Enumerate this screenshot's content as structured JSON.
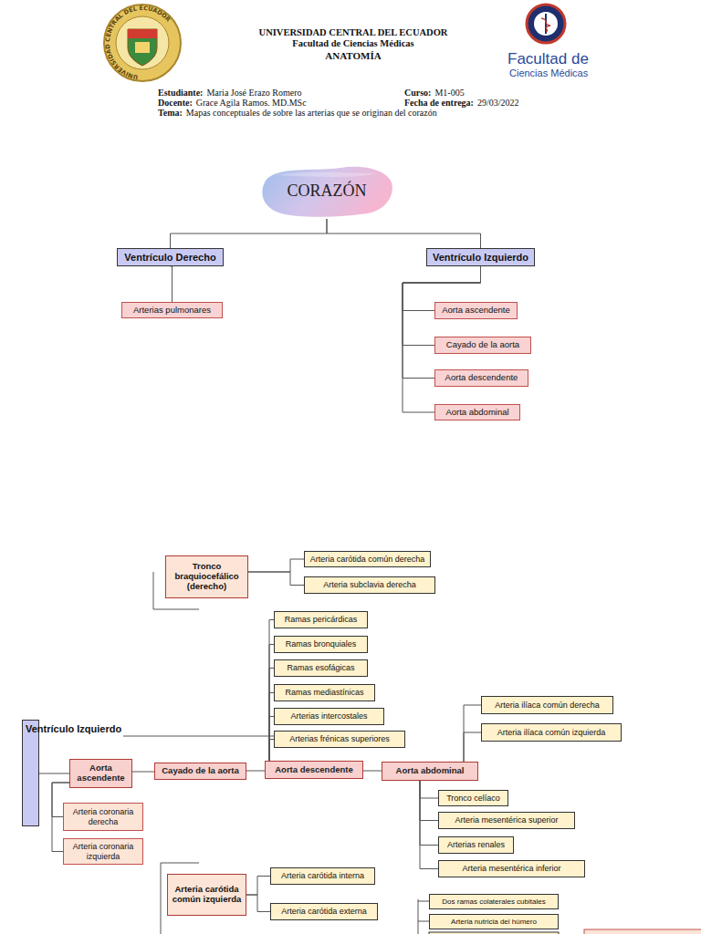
{
  "diagram": {
    "nodes": [
      {
        "text": [
          "CORAZÓN"
        ]
      },
      {
        "text": [
          "Ventrículo Derecho"
        ]
      },
      {
        "text": [
          "Ventrículo Izquierdo"
        ]
      },
      {
        "text": [
          "Arterias pulmonares"
        ]
      },
      {
        "text": [
          "Aorta ascendente"
        ]
      },
      {
        "text": [
          "Cayado de la aorta"
        ]
      },
      {
        "text": [
          "Aorta descendente"
        ]
      },
      {
        "text": [
          "Aorta abdominal"
        ]
      },
      {
        "text": [
          "Tronco braquiocefálico (derecho)"
        ]
      },
      {
        "text": [
          "Arteria carótida común derecha"
        ]
      },
      {
        "text": [
          "Arteria subclavia derecha"
        ]
      },
      {
        "text": [
          "Ramas pericárdicas"
        ]
      },
      {
        "text": [
          "Ramas bronquiales"
        ]
      },
      {
        "text": [
          "Ramas esofágicas"
        ]
      },
      {
        "text": [
          "Ramas mediastínicas"
        ]
      },
      {
        "text": [
          "Arterias intercostales"
        ]
      },
      {
        "text": [
          "Arterias frénicas superiores"
        ]
      },
      {
        "text": [
          "Arteria ilíaca común derecha"
        ]
      },
      {
        "text": [
          "Arteria ilíaca común izquierda"
        ]
      },
      {
        "text": [
          "Ventrículo Izquierdo"
        ]
      },
      {
        "text": [
          "Aorta ascendente"
        ]
      },
      {
        "text": [
          "Cayado de la aorta"
        ]
      },
      {
        "text": [
          "Aorta descendente"
        ]
      },
      {
        "text": [
          "Aorta abdominal"
        ]
      },
      {
        "text": [
          "Tronco celíaco"
        ]
      },
      {
        "text": [
          "Arteria mesentérica superior"
        ]
      },
      {
        "text": [
          "Arteria coronaria derecha"
        ]
      },
      {
        "text": [
          "Arterias renales"
        ]
      },
      {
        "text": [
          "Arteria coronaria izquierda"
        ]
      },
      {
        "text": [
          "Arteria mesentérica inferior"
        ]
      },
      {
        "text": [
          "Arteria carótida común izquierda"
        ]
      },
      {
        "text": [
          "Arteria carótida interna"
        ]
      },
      {
        "text": [
          "Arteria carótida externa"
        ]
      },
      {
        "text": [
          "Dos ramas colaterales cubitales"
        ]
      },
      {
        "text": [
          "Arteria nutricia del húmero"
        ]
      }
    ],
    "edges": [
      {
        "from": 0,
        "to": 1,
        "arrow": "none"
      },
      {
        "from": 0,
        "to": 2,
        "arrow": "none"
      },
      {
        "from": 1,
        "to": 3,
        "arrow": "none"
      },
      {
        "from": 2,
        "to": 4,
        "arrow": "none"
      },
      {
        "from": 2,
        "to": 5,
        "arrow": "none"
      },
      {
        "from": 2,
        "to": 6,
        "arrow": "none"
      },
      {
        "from": 2,
        "to": 7,
        "arrow": "none"
      },
      {
        "from": 8,
        "to": 9,
        "arrow": "none"
      },
      {
        "from": 8,
        "to": 10,
        "arrow": "none"
      },
      {
        "from": 19,
        "to": 20,
        "arrow": "none"
      },
      {
        "from": 20,
        "to": 21,
        "arrow": "none"
      },
      {
        "from": 21,
        "to": 22,
        "arrow": "none"
      },
      {
        "from": 22,
        "to": 23,
        "arrow": "none"
      },
      {
        "from": 20,
        "to": 26,
        "arrow": "none"
      },
      {
        "from": 20,
        "to": 28,
        "arrow": "none"
      },
      {
        "from": 22,
        "to": 11,
        "arrow": "none"
      },
      {
        "from": 22,
        "to": 12,
        "arrow": "none"
      },
      {
        "from": 22,
        "to": 13,
        "arrow": "none"
      },
      {
        "from": 22,
        "to": 14,
        "arrow": "none"
      },
      {
        "from": 22,
        "to": 15,
        "arrow": "none"
      },
      {
        "from": 22,
        "to": 16,
        "arrow": "none"
      },
      {
        "from": 23,
        "to": 17,
        "arrow": "none"
      },
      {
        "from": 23,
        "to": 18,
        "arrow": "none"
      },
      {
        "from": 23,
        "to": 24,
        "arrow": "none"
      },
      {
        "from": 23,
        "to": 25,
        "arrow": "none"
      },
      {
        "from": 23,
        "to": 27,
        "arrow": "none"
      },
      {
        "from": 23,
        "to": 29,
        "arrow": "none"
      },
      {
        "from": 30,
        "to": 31,
        "arrow": "none"
      },
      {
        "from": 30,
        "to": 32,
        "arrow": "none"
      }
    ],
    "labels": [
      "UNIVERSIDAD CENTRAL DEL ECUADOR",
      "UNIVERSIDAD CENTRAL DEL ECUADOR",
      "Facultad de Ciencias Médicas",
      "ANATOMÍA",
      "Facultad de",
      "Ciencias Médicas",
      "Estudiante:",
      "Maria José Erazo Romero",
      "Curso:",
      "M1-005",
      "Docente:",
      "Grace Agila Ramos. MD.MSc",
      "Fecha de entrega:",
      "29/03/2022",
      "Tema:",
      "Mapas conceptuales de sobre las arterias que se originan del corazón"
    ]
  }
}
